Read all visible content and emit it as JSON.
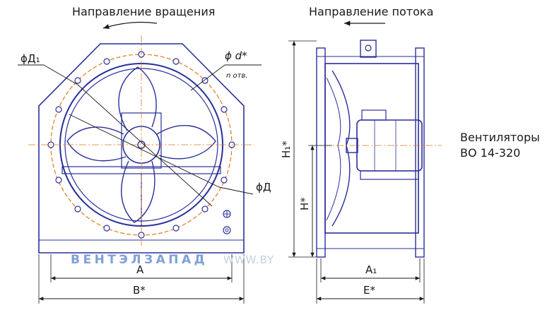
{
  "front_view": {
    "rotation_label": "Направление вращения",
    "labels": {
      "d1": "ϕД₁",
      "d_hole": "ϕ d*",
      "holes": "n отв.",
      "d": "ϕД",
      "a": "А",
      "b": "В*"
    }
  },
  "side_view": {
    "flow_label": "Направление потока",
    "labels": {
      "h1": "H₁*",
      "h": "H*",
      "a1": "А₁",
      "e": "Е*"
    }
  },
  "caption": {
    "line1": "Вентиляторы",
    "line2": "ВО 14-320"
  },
  "watermark": {
    "brand": "ВЕНТЭЛЗАПАД",
    "url": "WWW.BY"
  },
  "colors": {
    "outline": "#2a2f9a",
    "flange": "#e07a1f",
    "dimension": "#1a1a1a",
    "watermark": "#7fa0d6"
  }
}
